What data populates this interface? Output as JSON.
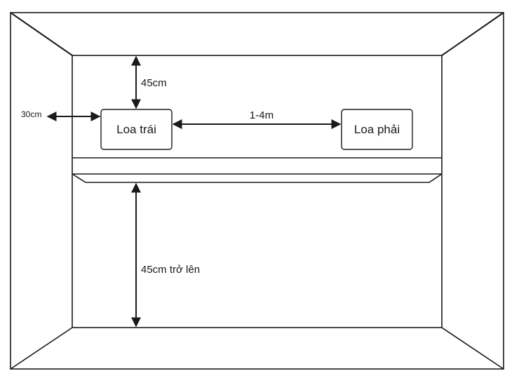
{
  "speakers": {
    "left_label": "Loa trái",
    "right_label": "Loa phải"
  },
  "measurements": {
    "top_gap": "45cm",
    "side_gap": "30cm",
    "speaker_distance": "1-4m",
    "bottom_height": "45cm trở lên"
  },
  "colors": {
    "ink": "#1a1a1a",
    "background": "#ffffff"
  }
}
